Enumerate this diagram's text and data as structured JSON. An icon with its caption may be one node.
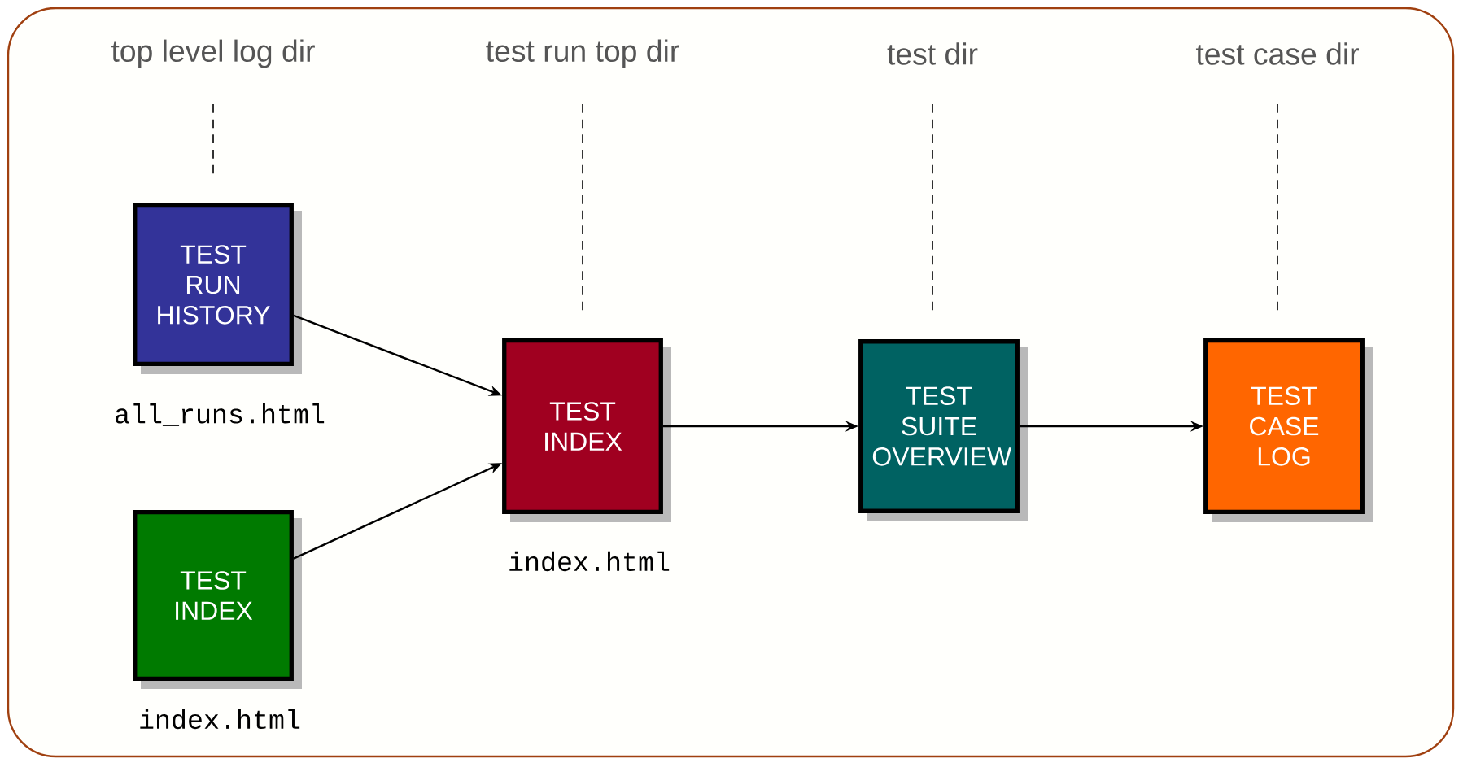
{
  "diagram": {
    "nodes": [
      {
        "text": [
          "TEST RUN HISTORY"
        ],
        "beside": [
          "all_runs.html"
        ]
      },
      {
        "text": [
          "TEST INDEX"
        ],
        "beside": [
          "index.html"
        ]
      },
      {
        "text": [
          "TEST INDEX"
        ],
        "beside": [
          "index.html"
        ]
      },
      {
        "text": [
          "TEST SUITE OVERVIEW"
        ]
      },
      {
        "text": [
          "TEST CASE LOG"
        ]
      }
    ],
    "edges": [
      {
        "from": 0,
        "to": 2,
        "arrow": "to"
      },
      {
        "from": 1,
        "to": 2,
        "arrow": "to"
      },
      {
        "from": 2,
        "to": 3,
        "arrow": "to"
      },
      {
        "from": 3,
        "to": 4,
        "arrow": "to"
      }
    ],
    "labels": [
      "top level log dir",
      "test run top dir",
      "test dir",
      "test case dir"
    ]
  }
}
